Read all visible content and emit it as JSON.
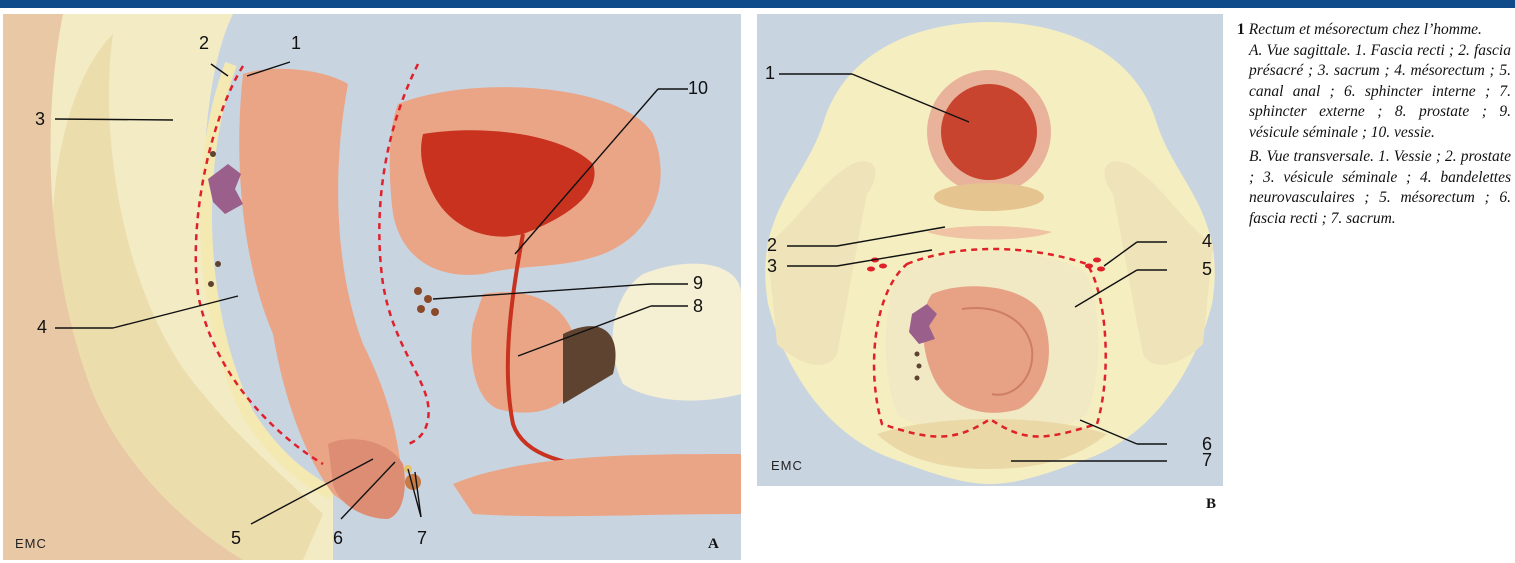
{
  "figure": {
    "number": "1",
    "title": "Rectum et mésorectum chez l’homme.",
    "caption_a": "A. Vue sagittale. 1. Fascia recti ; 2. fascia présacré ; 3. sacrum ; 4. mésorectum ; 5. canal anal ; 6. sphincter interne ; 7. sphincter externe ; 8. prostate ; 9. vésicule séminale ; 10. vessie.",
    "caption_b": "B. Vue transversale. 1. Vessie ; 2. prostate ; 3. vésicule séminale ; 4. bandelettes neurovasculaires ; 5. mésorectum ; 6. fascia recti ; 7. sacrum."
  },
  "panel_a": {
    "letter": "A",
    "watermark": "EMC",
    "labels": [
      "1",
      "2",
      "3",
      "4",
      "5",
      "6",
      "7",
      "8",
      "9",
      "10"
    ]
  },
  "panel_b": {
    "letter": "B",
    "watermark": "EMC",
    "labels": [
      "1",
      "2",
      "3",
      "4",
      "5",
      "6",
      "7"
    ]
  },
  "colors": {
    "header_bar": "#0f4a8a",
    "background": "#c9d4e1",
    "fascia_dashed": "#e0202a",
    "fat": "#f3ecb8",
    "tissue": "#e8a886",
    "bladder": "#c8321f"
  }
}
